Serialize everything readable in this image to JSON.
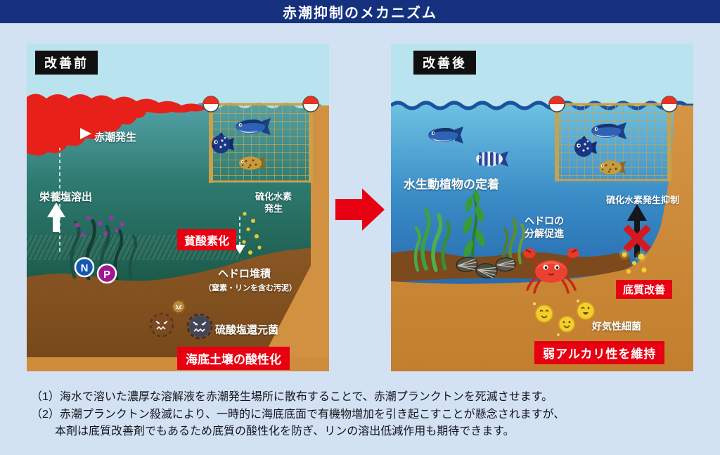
{
  "header": {
    "title": "赤潮抑制のメカニズム"
  },
  "before": {
    "label": "改善前",
    "red_tide_label": "赤潮発生",
    "nutrient_label": "栄養塩溶出",
    "h2s_label": "硫化水素発生",
    "hypoxia_label": "貧酸素化",
    "sludge_label": "ヘドロ堆積",
    "sludge_note": "（窒素・リンを含む汚泥）",
    "nitrogen": "N",
    "phosphorus": "P",
    "bacteria_label": "硫酸塩還元菌",
    "acidification_label": "海底土壌の酸性化"
  },
  "after": {
    "label": "改善後",
    "aquatic_label": "水生動植物の定着",
    "decomposition_label": "ヘドロの分解促進",
    "h2s_suppression_label": "硫化水素発生抑制",
    "sediment_label": "底質改善",
    "aerobic_label": "好気性細菌",
    "alkalinity_label": "弱アルカリ性を維持"
  },
  "notes": {
    "line1": "（1）海水で溶いた濃厚な溶解液を赤潮発生場所に散布することで、赤潮プランクトンを死滅させます。",
    "line2": "（2）赤潮プランクトン殺滅により、一時的に海底底面で有機物増加を引き起こすことが懸念されますが、",
    "line3": "本剤は底質改善剤でもあるため底質の酸性化を防ぎ、リンの溶出低減作用も期待できます。"
  },
  "colors": {
    "header_bg": "#15317e",
    "page_bg": "#d3e2f2",
    "accent_red": "#e60012",
    "label_black": "#101010",
    "red_tide": "#e7211a",
    "before_water": "#1c5c4c",
    "after_water": "#2e7ab8",
    "sand": "#d29140"
  },
  "icons": {
    "before": [
      "red-tide-shape",
      "net-cage-icon",
      "buoy-icon",
      "blue-fish-icon",
      "puffer-fish-icon",
      "spotted-fish-icon",
      "dark-seaweed-icon",
      "plankton-dots",
      "nitrogen-badge",
      "phosphorus-badge",
      "angry-bacteria-icon",
      "h2s-bubbles",
      "nutrient-up-arrow-icon",
      "h2s-down-arrow-icon",
      "red-tide-arrow-icon"
    ],
    "after": [
      "net-cage-icon",
      "buoy-icon",
      "blue-fish-icon",
      "striped-fish-icon",
      "puffer-fish-icon",
      "spotted-fish-icon",
      "seaweed-icon",
      "kelp-icon",
      "shellfish-icon",
      "crab-icon",
      "happy-bacteria-icon",
      "h2s-block-arrow-icon",
      "red-x-icon",
      "purify-sparkles"
    ],
    "transition": "right-arrow-icon"
  }
}
